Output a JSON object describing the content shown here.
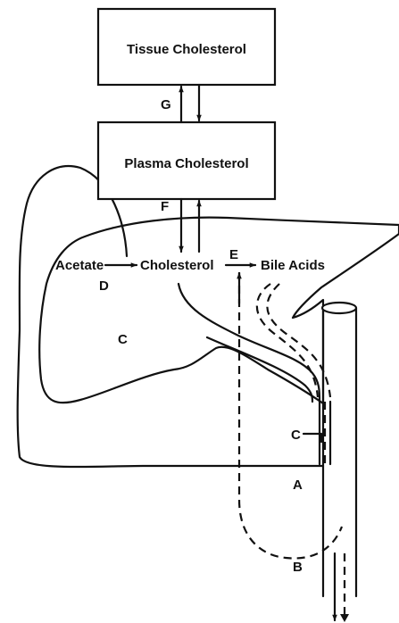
{
  "boxes": {
    "tissue": "Tissue Cholesterol",
    "plasma": "Plasma Cholesterol"
  },
  "compounds": {
    "acetate": "Acetate",
    "cholesterol": "Cholesterol",
    "bile_acids": "Bile Acids"
  },
  "letters": {
    "A": "A",
    "B": "B",
    "C_liver": "C",
    "C_duct": "C",
    "D": "D",
    "E": "E",
    "F": "F",
    "G": "G"
  }
}
